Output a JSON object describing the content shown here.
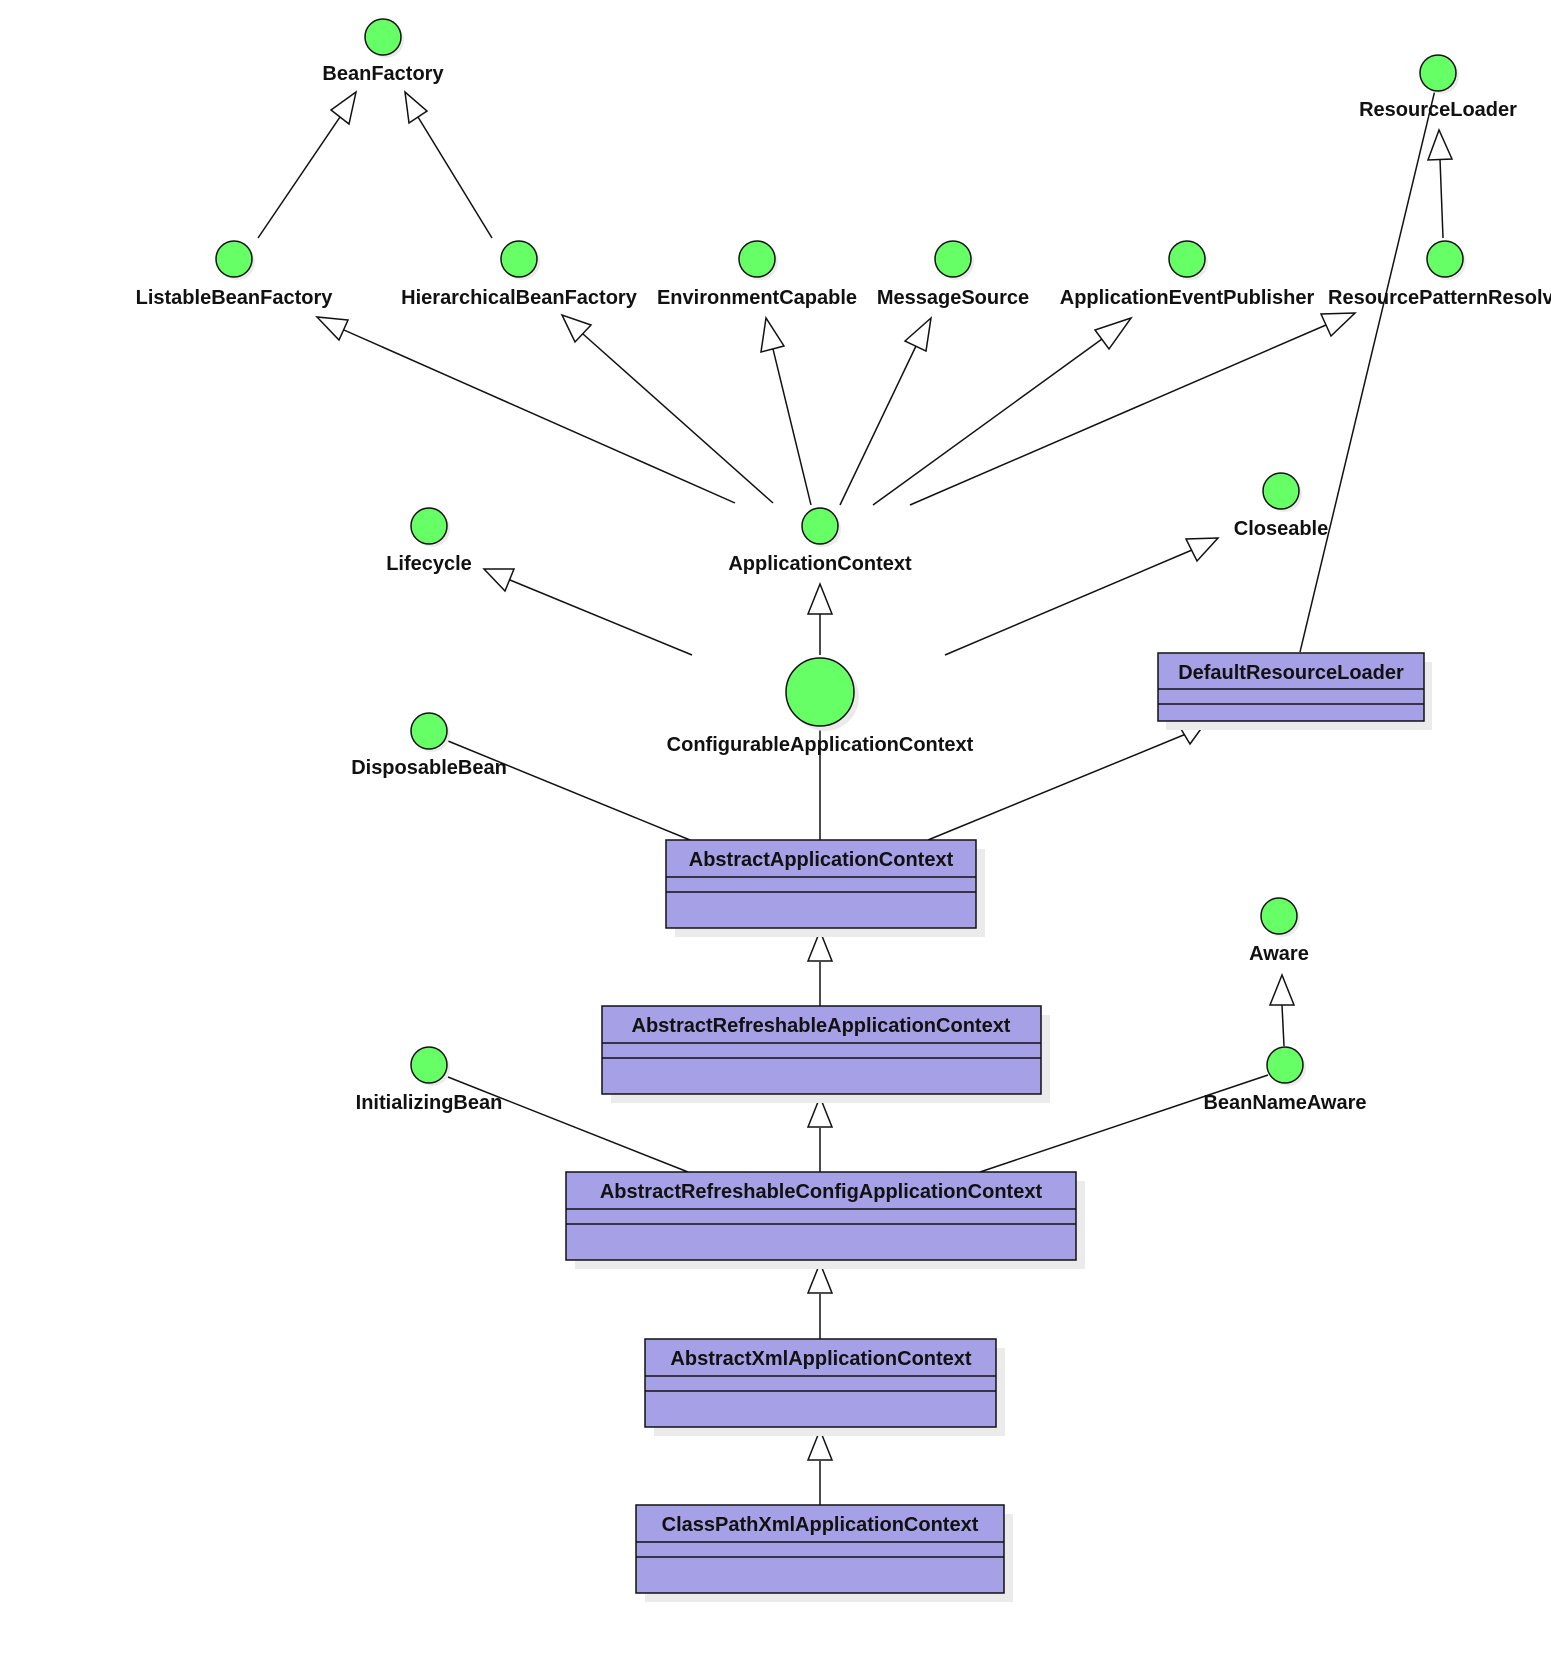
{
  "colors": {
    "interface_fill": "#66ff66",
    "class_fill": "#a6a1e6",
    "shadow": "#ebebeb",
    "stroke": "#111111",
    "background": "#ffffff"
  },
  "interfaces": {
    "bean_factory": "BeanFactory",
    "resource_loader": "ResourceLoader",
    "listable_bean_factory": "ListableBeanFactory",
    "hierarchical_bean_factory": "HierarchicalBeanFactory",
    "environment_capable": "EnvironmentCapable",
    "message_source": "MessageSource",
    "application_event_publisher": "ApplicationEventPublisher",
    "resource_pattern_resolver": "ResourcePatternResolv",
    "lifecycle": "Lifecycle",
    "application_context": "ApplicationContext",
    "closeable": "Closeable",
    "configurable_application_context": "ConfigurableApplicationContext",
    "disposable_bean": "DisposableBean",
    "aware": "Aware",
    "initializing_bean": "InitializingBean",
    "bean_name_aware": "BeanNameAware"
  },
  "classes": {
    "default_resource_loader": "DefaultResourceLoader",
    "abstract_application_context": "AbstractApplicationContext",
    "abstract_refreshable_application_context": "AbstractRefreshableApplicationContext",
    "abstract_refreshable_config_application_context": "AbstractRefreshableConfigApplicationContext",
    "abstract_xml_application_context": "AbstractXmlApplicationContext",
    "class_path_xml_application_context": "ClassPathXmlApplicationContext"
  }
}
